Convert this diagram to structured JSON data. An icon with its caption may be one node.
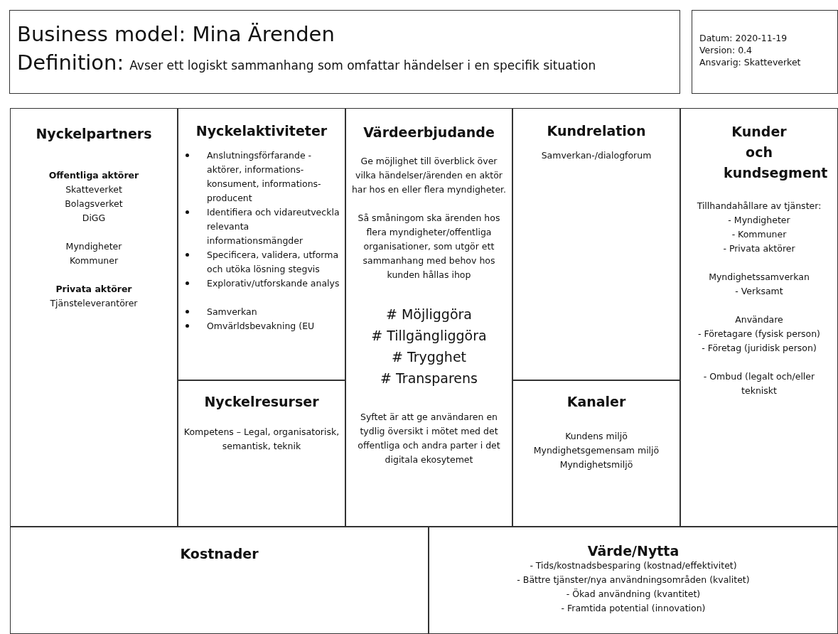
{
  "diagram": {
    "nodes": [
      {
        "text": [
          "Business model: Mina Ärenden",
          "Definition:",
          "Avser ett logiskt sammanhang som omfattar händelser i en specifik situation"
        ]
      },
      {
        "text": [
          "Datum: 2020-11-19",
          "Version: 0.4",
          "Ansvarig: Skatteverket"
        ]
      },
      {
        "text": [
          "Nyckelpartners",
          "Offentliga aktörer",
          "Skatteverket",
          "Bolagsverket",
          "DiGG",
          "Myndigheter",
          "Kommuner",
          "Privata aktörer",
          "Tjänsteleverantörer"
        ]
      },
      {
        "text": [
          "Nyckelaktiviteter",
          "Anslutningsförfarande - aktörer, informations-konsument, informations-producent",
          "Identifiera och vidareutveckla relevanta informationsmängder",
          "Specificera, validera, utforma och utöka lösning stegvis",
          "Explorativ/utforskande analys",
          "Samverkan",
          "Omvärldsbevakning (EU"
        ]
      },
      {
        "text": [
          "Nyckelresurser",
          "Kompetens – Legal, organisatorisk, semantisk, teknik"
        ]
      },
      {
        "text": [
          "Värdeerbjudande",
          "Ge möjlighet till överblick över vilka händelser/ärenden en aktör har hos en eller flera myndigheter.",
          "Så småningom ska ärenden hos flera myndigheter/offentliga organisationer, som utgör ett sammanhang med behov hos kunden hållas ihop",
          "# Möjliggöra",
          "# Tillgängliggöra",
          "# Trygghet",
          "# Transparens",
          "Syftet är att ge användaren en tydlig översikt i mötet med det offentliga och andra parter i det digitala ekosytemet"
        ]
      },
      {
        "text": [
          "Kundrelation",
          "Samverkan-/dialogforum"
        ]
      },
      {
        "text": [
          "Kanaler",
          "Kundens miljö",
          "Myndighetsgemensam miljö",
          "Myndighetsmiljö"
        ]
      },
      {
        "text": [
          "Kunder och kundsegment",
          "Tillhandahållare av tjänster:",
          "- Myndigheter",
          "- Kommuner",
          "- Privata aktörer",
          "Myndighetssamverkan",
          "- Verksamt",
          "Användare",
          "- Företagare (fysisk person)",
          "- Företag (juridisk person)",
          "- Ombud (legalt och/eller tekniskt"
        ]
      },
      {
        "text": [
          "Kostnader"
        ]
      },
      {
        "text": [
          "Värde/Nytta",
          "- Tids/kostnadsbesparing (kostnad/effektivitet)",
          "- Bättre tjänster/nya användningsområden (kvalitet)",
          "- Ökad användning (kvantitet)",
          "- Framtida potential (innovation)"
        ]
      }
    ]
  }
}
